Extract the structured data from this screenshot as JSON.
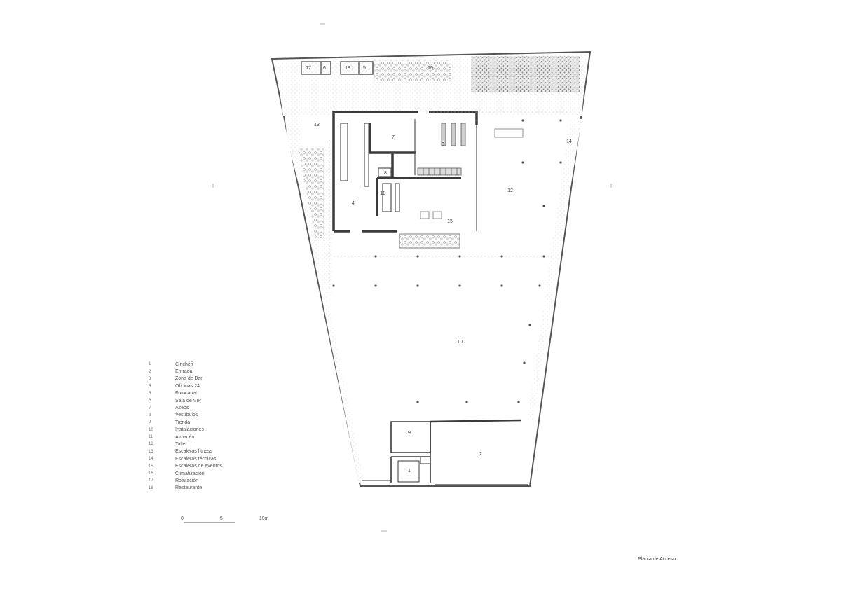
{
  "legend": {
    "items": [
      {
        "num": "1",
        "label": "Cinchéfi"
      },
      {
        "num": "2",
        "label": "Entrada"
      },
      {
        "num": "3",
        "label": "Zona de Bar"
      },
      {
        "num": "4",
        "label": "Oficinas 24"
      },
      {
        "num": "5",
        "label": "Fotocanal"
      },
      {
        "num": "6",
        "label": "Sala de VIP"
      },
      {
        "num": "7",
        "label": "Aseos"
      },
      {
        "num": "8",
        "label": "Vestíbulos"
      },
      {
        "num": "9",
        "label": "Tienda"
      },
      {
        "num": "10",
        "label": "Instalaciones"
      },
      {
        "num": "11",
        "label": "Almacén"
      },
      {
        "num": "12",
        "label": "Taller"
      },
      {
        "num": "13",
        "label": "Escaleras fitness"
      },
      {
        "num": "14",
        "label": "Escaleras técnicas"
      },
      {
        "num": "15",
        "label": "Escaleras de eventos"
      },
      {
        "num": "16",
        "label": "Climatización"
      },
      {
        "num": "17",
        "label": "Rotulación"
      },
      {
        "num": "18",
        "label": "Restaurante"
      }
    ]
  },
  "scale": {
    "zero": "0",
    "mid": "5",
    "end": "10m"
  },
  "caption": "Planta de Acceso",
  "room_labels": {
    "r7": "7",
    "r3": "3",
    "r4": "4",
    "r11": "11",
    "r8": "8",
    "r15": "15",
    "r12": "12",
    "r14": "14",
    "r13": "13",
    "r10": "10",
    "r9": "9",
    "r2": "2",
    "r1": "1",
    "t17": "17",
    "t18": "18",
    "t16": "16",
    "t6": "6",
    "t5": "5"
  }
}
